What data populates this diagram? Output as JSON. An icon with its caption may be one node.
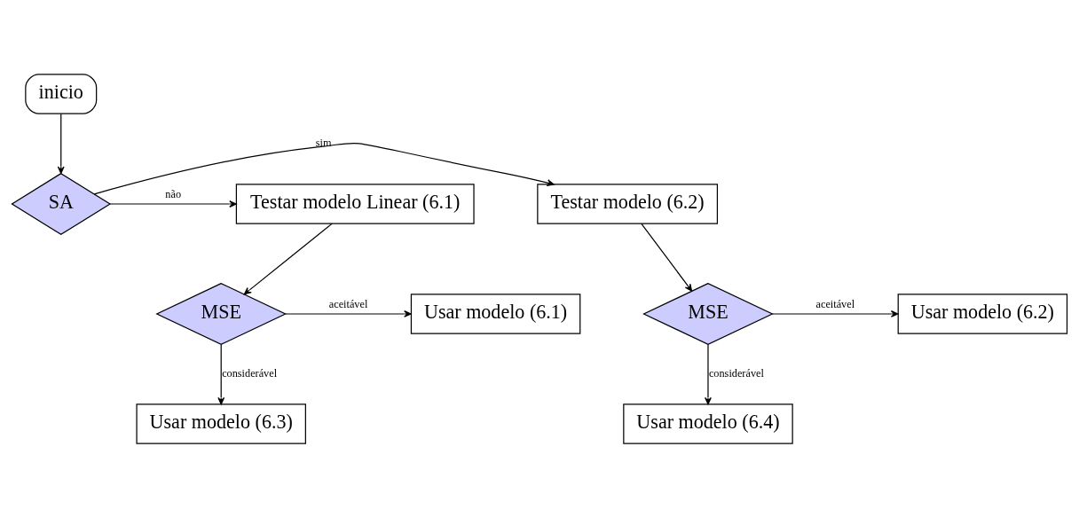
{
  "diagram": {
    "nodes": [
      {
        "text": [
          "inicio"
        ]
      },
      {
        "text": [
          "SA"
        ]
      },
      {
        "text": [
          "Testar modelo (6.2)"
        ]
      },
      {
        "text": [
          "Testar modelo Linear (6.1)"
        ]
      },
      {
        "text": [
          "MSE"
        ]
      },
      {
        "text": [
          "Usar modelo (6.2)"
        ]
      },
      {
        "text": [
          "Usar modelo (6.4)"
        ]
      },
      {
        "text": [
          "MSE"
        ]
      },
      {
        "text": [
          "Usar modelo (6.1)"
        ]
      },
      {
        "text": [
          "Usar modelo (6.3)"
        ]
      }
    ],
    "edges": [
      {
        "from": 0,
        "to": 1,
        "arrow": "to"
      },
      {
        "from": 1,
        "to": 2,
        "arrow": "to",
        "label": "sim"
      },
      {
        "from": 1,
        "to": 3,
        "arrow": "to",
        "label": "não"
      },
      {
        "from": 2,
        "to": 4,
        "arrow": "to"
      },
      {
        "from": 4,
        "to": 5,
        "arrow": "to",
        "label": "aceitável"
      },
      {
        "from": 4,
        "to": 6,
        "arrow": "to",
        "label": "considerável"
      },
      {
        "from": 3,
        "to": 7,
        "arrow": "to"
      },
      {
        "from": 7,
        "to": 8,
        "arrow": "to",
        "label": "aceitável"
      },
      {
        "from": 7,
        "to": 9,
        "arrow": "to",
        "label": "considerável"
      }
    ]
  }
}
